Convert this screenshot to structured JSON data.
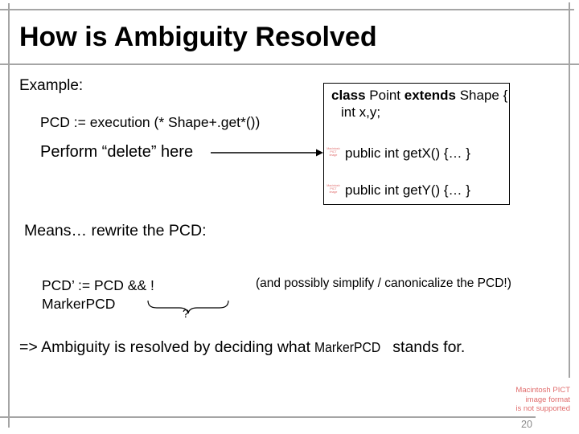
{
  "title": "How is Ambiguity Resolved",
  "example": {
    "label": "Example:",
    "pcd_definition": "PCD := execution (* Shape+.get*())",
    "perform_line": "Perform “delete” here"
  },
  "code_box": {
    "keyword_class": "class",
    "class_name": " Point ",
    "keyword_extends": "extends",
    "class_tail": " Shape {",
    "field_decl": "int x,y;",
    "method_x": "public int getX() {… }",
    "method_y": "public int getY() {… }"
  },
  "rewrite": {
    "heading": "Means… rewrite the PCD:",
    "pcd_line1": "PCD’ := PCD && !",
    "pcd_line2": "MarkerPCD",
    "question": "?",
    "aside": "(and possibly simplify / canonicalize the PCD!)"
  },
  "conclusion": {
    "pre": "=> Ambiguity is resolved by deciding what ",
    "marker": "MarkerPCD",
    "post": " stands for."
  },
  "pict_placeholder": {
    "line1": "Macintosh PICT",
    "line2": "image format",
    "line3": "is not supported"
  },
  "page_number": "20",
  "colors": {
    "frame_gray": "#a5a5a5",
    "pict_red": "#e06c6c",
    "page_gray": "#8a8a8a",
    "text": "#000000",
    "background": "#ffffff"
  }
}
